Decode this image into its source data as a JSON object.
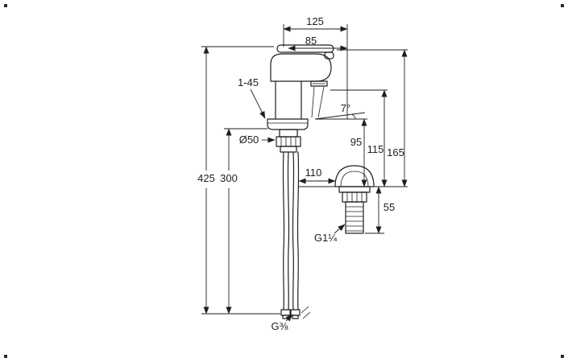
{
  "diagram": {
    "background": "#ffffff",
    "line_color": "#1f1f1f",
    "dimensions": {
      "d125": "125",
      "d85": "85",
      "d1_45": "1-45",
      "d7deg": "7°",
      "d50": "Ø50",
      "d95": "95",
      "d115": "115",
      "d165": "165",
      "d110": "110",
      "d425": "425",
      "d300": "300",
      "d55": "55",
      "g1quarter": "G1¼",
      "g3eighth": "G⅜"
    }
  }
}
